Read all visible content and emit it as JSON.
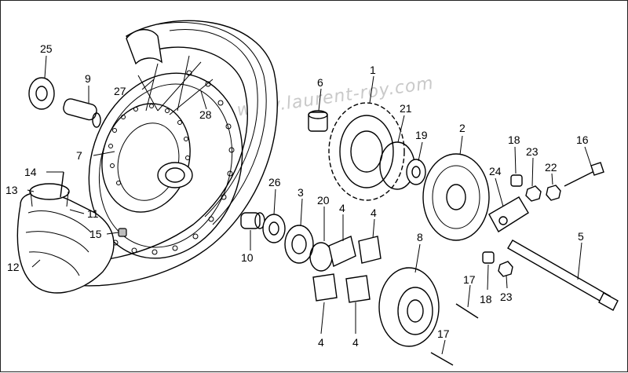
{
  "watermark": "www.laurent-roy.com",
  "callouts": [
    {
      "id": "c1",
      "text": "1"
    },
    {
      "id": "c2",
      "text": "2"
    },
    {
      "id": "c3",
      "text": "3"
    },
    {
      "id": "c4a",
      "text": "4"
    },
    {
      "id": "c4b",
      "text": "4"
    },
    {
      "id": "c4c",
      "text": "4"
    },
    {
      "id": "c4d",
      "text": "4"
    },
    {
      "id": "c5",
      "text": "5"
    },
    {
      "id": "c6",
      "text": "6"
    },
    {
      "id": "c7",
      "text": "7"
    },
    {
      "id": "c8",
      "text": "8"
    },
    {
      "id": "c9",
      "text": "9"
    },
    {
      "id": "c10",
      "text": "10"
    },
    {
      "id": "c11",
      "text": "11"
    },
    {
      "id": "c12",
      "text": "12"
    },
    {
      "id": "c13",
      "text": "13"
    },
    {
      "id": "c14",
      "text": "14"
    },
    {
      "id": "c15",
      "text": "15"
    },
    {
      "id": "c16",
      "text": "16"
    },
    {
      "id": "c17a",
      "text": "17"
    },
    {
      "id": "c17b",
      "text": "17"
    },
    {
      "id": "c18a",
      "text": "18"
    },
    {
      "id": "c18b",
      "text": "18"
    },
    {
      "id": "c19",
      "text": "19"
    },
    {
      "id": "c20",
      "text": "20"
    },
    {
      "id": "c21",
      "text": "21"
    },
    {
      "id": "c22",
      "text": "22"
    },
    {
      "id": "c23a",
      "text": "23"
    },
    {
      "id": "c23b",
      "text": "23"
    },
    {
      "id": "c24",
      "text": "24"
    },
    {
      "id": "c25",
      "text": "25"
    },
    {
      "id": "c26",
      "text": "26"
    },
    {
      "id": "c27",
      "text": "27"
    },
    {
      "id": "c28",
      "text": "28"
    }
  ]
}
